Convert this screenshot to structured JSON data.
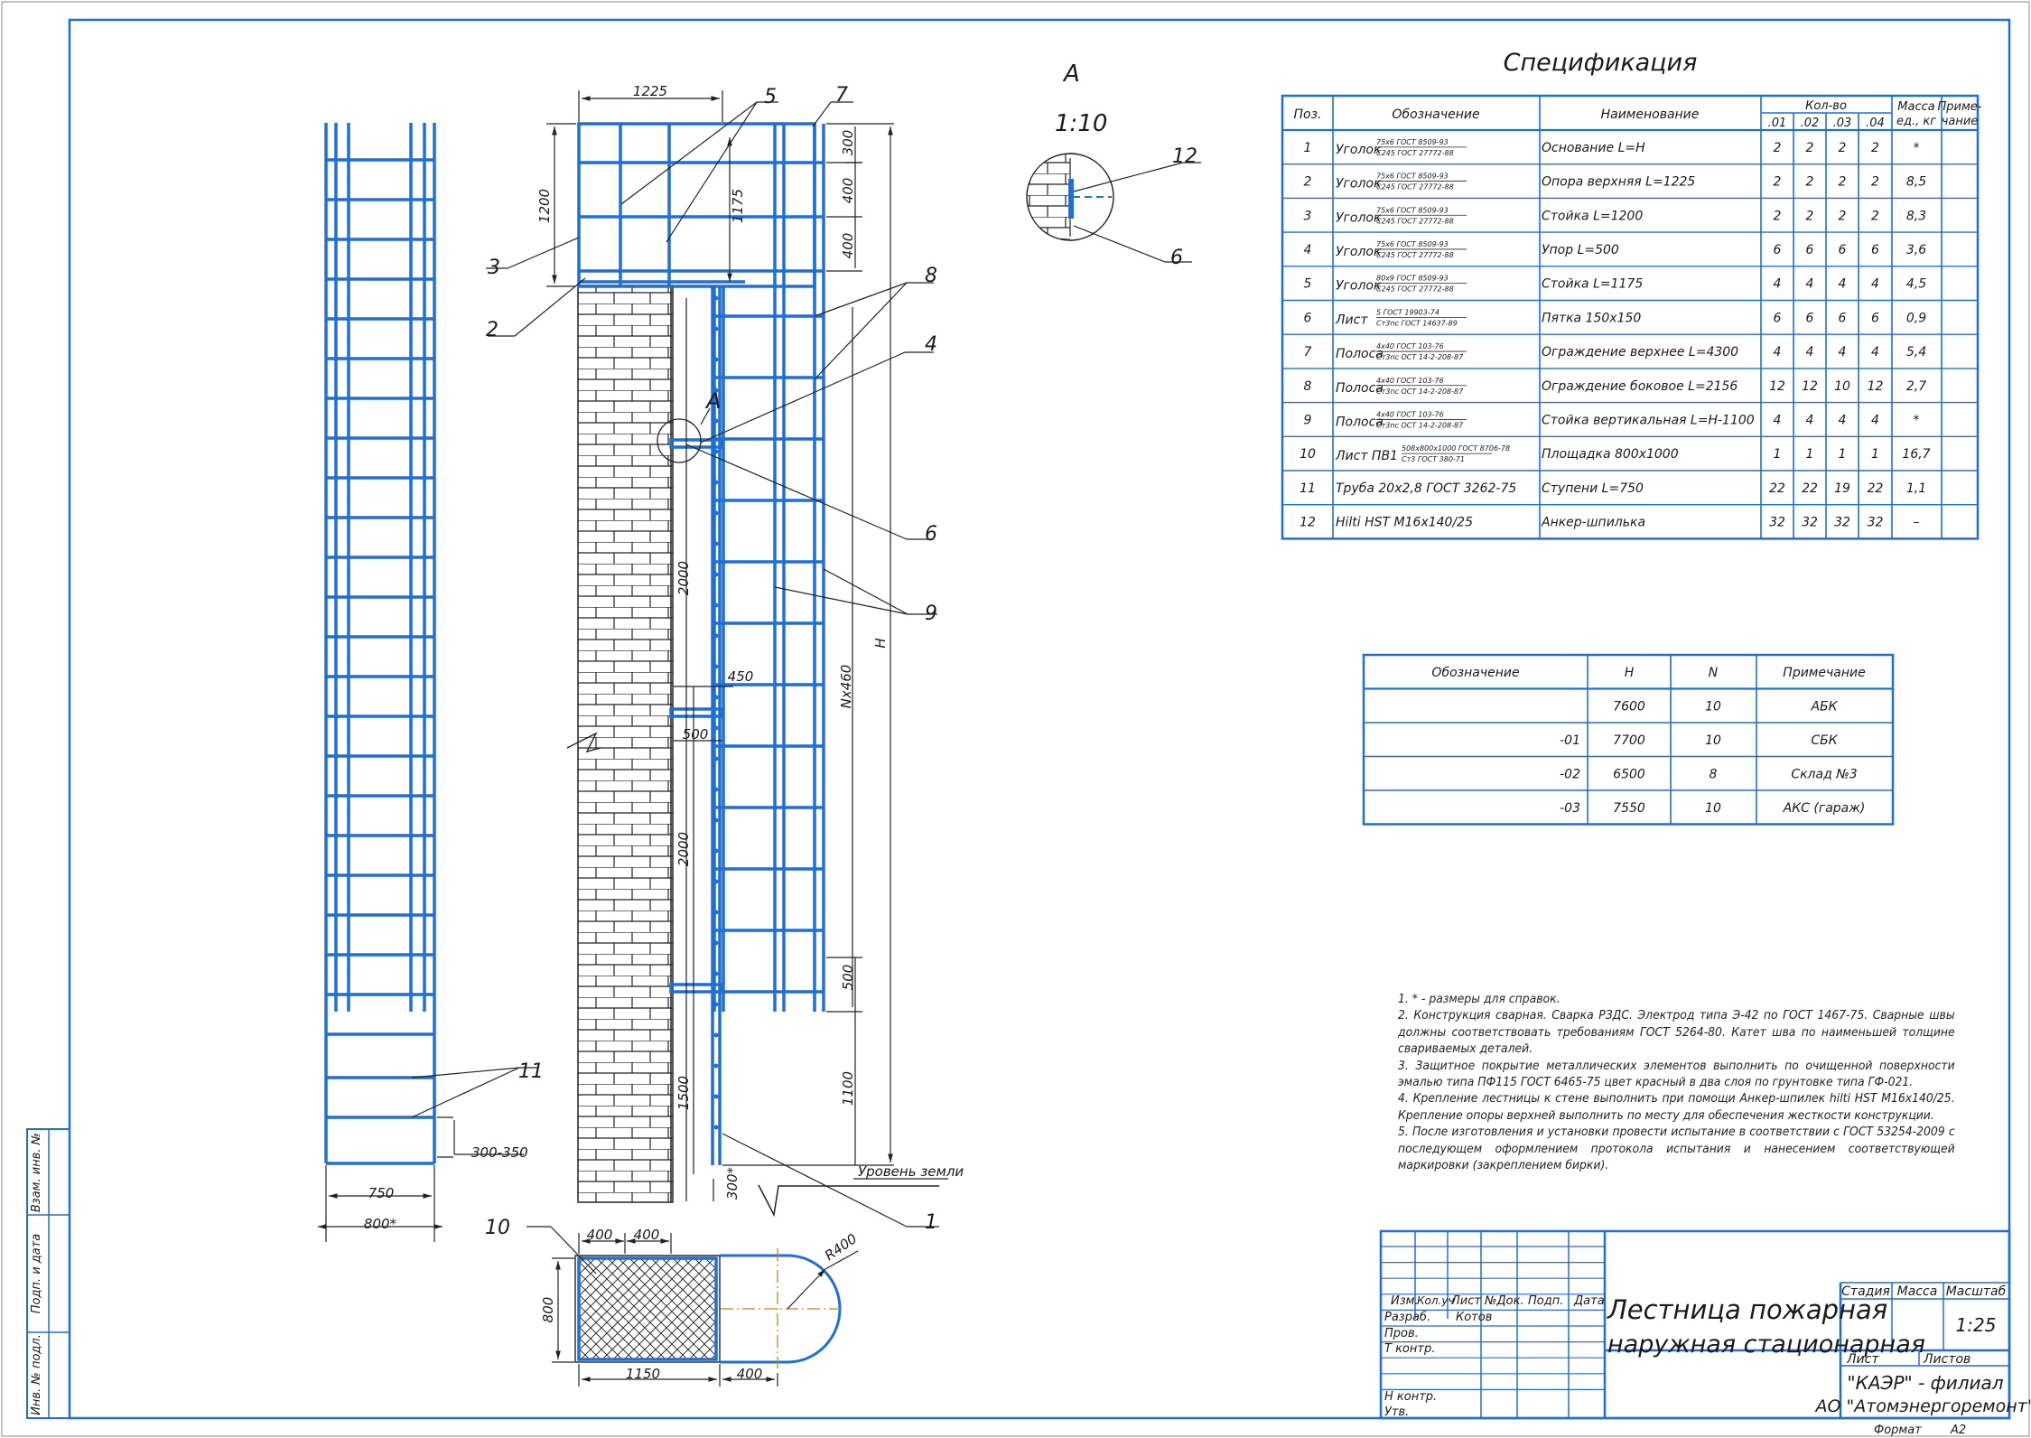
{
  "view_a": {
    "label": "A",
    "scale": "1:10",
    "callouts": [
      "12",
      "6"
    ]
  },
  "elevation": {
    "dimensions": {
      "top_width": "1225",
      "top_seg_1": "300",
      "top_seg_2": "400",
      "top_seg_3": "400",
      "height_1200": "1200",
      "rail_1175": "1175",
      "seg_2000_a": "2000",
      "seg_2000_b": "2000",
      "seg_1500": "1500",
      "offset_450": "450",
      "offset_500": "500",
      "pitch": "Nx460",
      "total": "H",
      "bottom_500": "500",
      "bottom_1100": "1100",
      "ground_300": "300*"
    },
    "detail_mark": "A",
    "ground_label": "Уровень земли",
    "callouts": [
      "5",
      "7",
      "3",
      "2",
      "8",
      "4",
      "6",
      "9",
      "1"
    ]
  },
  "side_view": {
    "dimensions": {
      "gap": "300-350",
      "inner": "750",
      "outer": "800*"
    },
    "callouts": [
      "11"
    ]
  },
  "platform": {
    "callout": "10",
    "dimensions": {
      "w1": "400",
      "w2": "400",
      "depth": "800",
      "length": "1150",
      "ext": "400",
      "radius": "R400"
    }
  },
  "specification": {
    "title": "Спецификация",
    "headers": {
      "pos": "Поз.",
      "designation": "Обозначение",
      "name": "Наименование",
      "qty": "Кол-во",
      "mass": "Масса ед., кг",
      "note": "Приме-чание"
    },
    "qty_cols": [
      ".01",
      ".02",
      ".03",
      ".04"
    ],
    "rows": [
      {
        "pos": "1",
        "des": "Уголок",
        "top": "75х6 ГОСТ 8509-93",
        "bot": "С245 ГОСТ 27772-88",
        "name": "Основание L=H",
        "q": [
          "2",
          "2",
          "2",
          "2"
        ],
        "mass": "*",
        "note": ""
      },
      {
        "pos": "2",
        "des": "Уголок",
        "top": "75х6 ГОСТ 8509-93",
        "bot": "С245 ГОСТ 27772-88",
        "name": "Опора верхняя L=1225",
        "q": [
          "2",
          "2",
          "2",
          "2"
        ],
        "mass": "8,5",
        "note": ""
      },
      {
        "pos": "3",
        "des": "Уголок",
        "top": "75х6 ГОСТ 8509-93",
        "bot": "С245 ГОСТ 27772-88",
        "name": "Стойка L=1200",
        "q": [
          "2",
          "2",
          "2",
          "2"
        ],
        "mass": "8,3",
        "note": ""
      },
      {
        "pos": "4",
        "des": "Уголок",
        "top": "75х6 ГОСТ 8509-93",
        "bot": "С245 ГОСТ 27772-88",
        "name": "Упор L=500",
        "q": [
          "6",
          "6",
          "6",
          "6"
        ],
        "mass": "3,6",
        "note": ""
      },
      {
        "pos": "5",
        "des": "Уголок",
        "top": "80х9 ГОСТ 8509-93",
        "bot": "С245 ГОСТ 27772-88",
        "name": "Стойка L=1175",
        "q": [
          "4",
          "4",
          "4",
          "4"
        ],
        "mass": "4,5",
        "note": ""
      },
      {
        "pos": "6",
        "des": "Лист",
        "top": "5 ГОСТ 19903-74",
        "bot": "Ст3пс ГОСТ 14637-89",
        "name": "Пятка 150х150",
        "q": [
          "6",
          "6",
          "6",
          "6"
        ],
        "mass": "0,9",
        "note": ""
      },
      {
        "pos": "7",
        "des": "Полоса",
        "top": "4х40 ГОСТ 103-76",
        "bot": "Ст3пс ОСТ 14-2-208-87",
        "name": "Ограждение верхнее L=4300",
        "q": [
          "4",
          "4",
          "4",
          "4"
        ],
        "mass": "5,4",
        "note": ""
      },
      {
        "pos": "8",
        "des": "Полоса",
        "top": "4х40 ГОСТ 103-76",
        "bot": "Ст3пс ОСТ 14-2-208-87",
        "name": "Ограждение боковое L=2156",
        "q": [
          "12",
          "12",
          "10",
          "12"
        ],
        "mass": "2,7",
        "note": ""
      },
      {
        "pos": "9",
        "des": "Полоса",
        "top": "4х40 ГОСТ 103-76",
        "bot": "Ст3пс ОСТ 14-2-208-87",
        "name": "Стойка вертикальная L=H-1100",
        "q": [
          "4",
          "4",
          "4",
          "4"
        ],
        "mass": "*",
        "note": ""
      },
      {
        "pos": "10",
        "des": "Лист ПВ1",
        "top": "508х800х1000 ГОСТ 8706-78",
        "bot": "Ст3 ГОСТ 380-71",
        "name": "Площадка 800х1000",
        "q": [
          "1",
          "1",
          "1",
          "1"
        ],
        "mass": "16,7",
        "note": ""
      },
      {
        "pos": "11",
        "des": "Труба 20х2,8 ГОСТ 3262-75",
        "top": "",
        "bot": "",
        "name": "Ступени L=750",
        "q": [
          "22",
          "22",
          "19",
          "22"
        ],
        "mass": "1,1",
        "note": ""
      },
      {
        "pos": "12",
        "des": "Hilti HST M16х140/25",
        "top": "",
        "bot": "",
        "name": "Анкер-шпилька",
        "q": [
          "32",
          "32",
          "32",
          "32"
        ],
        "mass": "–",
        "note": ""
      }
    ]
  },
  "variants": {
    "headers": {
      "designation": "Обозначение",
      "h": "H",
      "n": "N",
      "note": "Примечание"
    },
    "rows": [
      {
        "des": "",
        "h": "7600",
        "n": "10",
        "note": "АБК"
      },
      {
        "des": "-01",
        "h": "7700",
        "n": "10",
        "note": "СБК"
      },
      {
        "des": "-02",
        "h": "6500",
        "n": "8",
        "note": "Склад №3"
      },
      {
        "des": "-03",
        "h": "7550",
        "n": "10",
        "note": "АКС (гараж)"
      }
    ]
  },
  "notes": [
    "1. * - размеры для справок.",
    "2. Конструкция сварная. Сварка РЗДС. Электрод типа Э-42 по ГОСТ 1467-75. Сварные швы должны соответствовать требованиям ГОСТ 5264-80. Катет шва по наименьшей толщине свариваемых деталей.",
    "3. Защитное покрытие металлических элементов выполнить по очищенной поверхности эмалью типа ПФ115 ГОСТ 6465-75 цвет красный в два слоя по грунтовке типа ГФ-021.",
    "4. Крепление лестницы к стене выполнить при помощи Анкер-шпилек hilti HST M16х140/25. Крепление опоры верхней выполнить по месту для обеспечения жесткости конструкции.",
    "5. После изготовления и установки провести испытание в соответствии с ГОСТ 53254-2009 с последующем оформлением протокола испытания и нанесением соответствующей маркировки (закреплением бирки)."
  ],
  "title_block": {
    "title_1": "Лестница пожарная",
    "title_2": "наружная стационарная",
    "headers": {
      "izm": "Изм.",
      "koluch": "Кол.уч",
      "list": "Лист",
      "ndok": "№Док.",
      "podp": "Подп.",
      "data": "Дата"
    },
    "rows": {
      "razrab": "Разраб.",
      "prov": "Пров.",
      "tkontr": "Т контр.",
      "nkontr": "Н контр.",
      "utv": "Утв."
    },
    "author": "Котов",
    "stage": "Стадия",
    "mass": "Масса",
    "scale_label": "Масштаб",
    "scale": "1:25",
    "sheet": "Лист",
    "sheets": "Листов",
    "org_1": "\"КАЭР\" - филиал",
    "org_2": "АО \"Атомэнергоремонт\"",
    "format_label": "Формат",
    "format": "А2"
  },
  "side_stamp": {
    "inv_podl": "Инв. № подл.",
    "podp_data": "Подп. и дата",
    "vzam": "Взам. инв. №"
  },
  "colors": {
    "steel": "#1f6fd6",
    "line": "#1a1a1a",
    "frame": "#1f6fd6"
  }
}
